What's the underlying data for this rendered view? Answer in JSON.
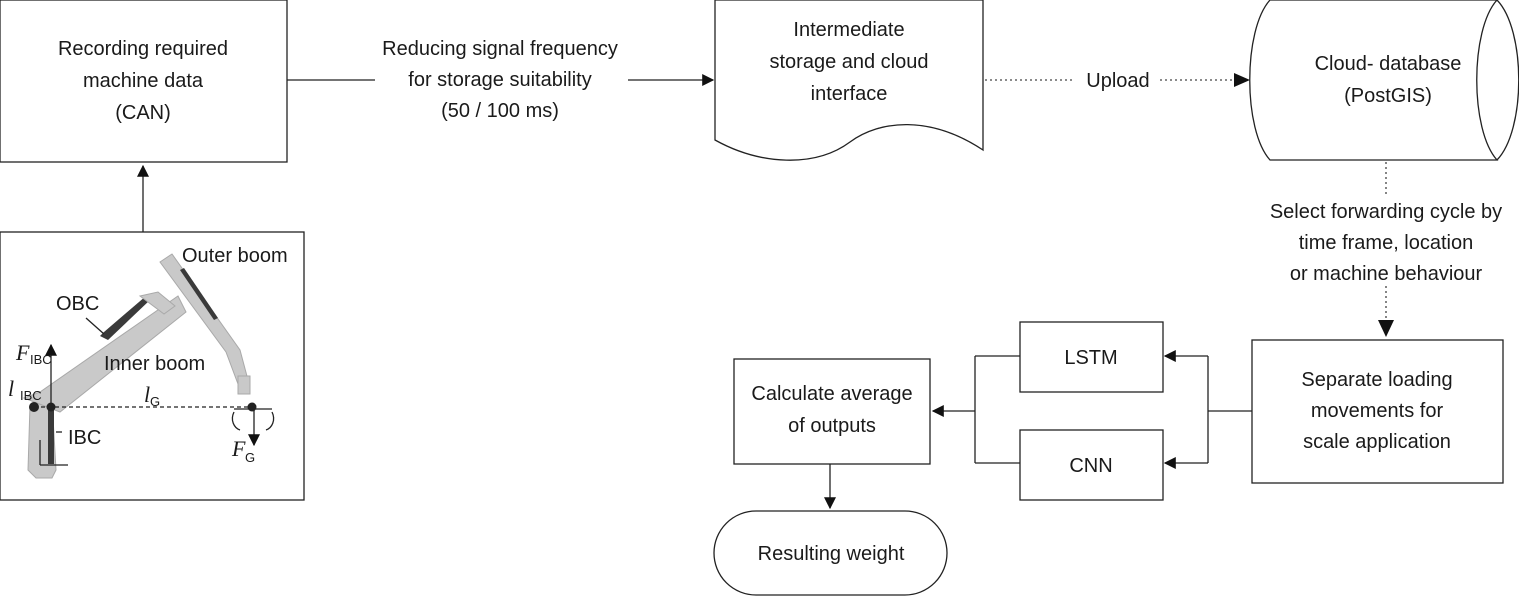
{
  "nodes": {
    "recording": {
      "line1": "Recording required",
      "line2": "machine data",
      "line3": "(CAN)"
    },
    "intermediate": {
      "line1": "Intermediate",
      "line2": "storage and cloud",
      "line3": "interface"
    },
    "cloud_db": {
      "line1": "Cloud- database",
      "line2": "(PostGIS)"
    },
    "separate": {
      "line1": "Separate loading",
      "line2": "movements for",
      "line3": "scale application"
    },
    "lstm": {
      "label": "LSTM"
    },
    "cnn": {
      "label": "CNN"
    },
    "average": {
      "line1": "Calculate average",
      "line2": "of outputs"
    },
    "result": {
      "label": "Resulting weight"
    }
  },
  "edges": {
    "reduce": {
      "line1": "Reducing signal frequency",
      "line2": "for storage suitability",
      "line3": "(50 / 100 ms)"
    },
    "upload": {
      "label": "Upload"
    },
    "select": {
      "line1": "Select forwarding cycle by",
      "line2": "time frame, location",
      "line3": "or machine behaviour"
    }
  },
  "crane": {
    "outer_boom": "Outer boom",
    "obc": "OBC",
    "inner_boom": "Inner boom",
    "ibc": "IBC",
    "f_ibc_main": "F",
    "f_ibc_sub": "IBC",
    "l_ibc_main": "l",
    "l_ibc_sub": "IBC",
    "l_g_main": "l",
    "l_g_sub": "G",
    "f_g_main": "F",
    "f_g_sub": "G"
  }
}
